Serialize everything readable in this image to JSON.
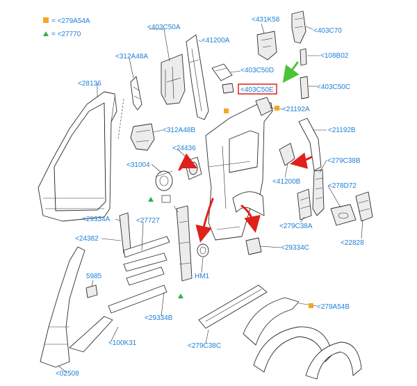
{
  "legend": {
    "items": [
      {
        "symbol": "orange-square",
        "text": "= <279A54A"
      },
      {
        "symbol": "green-triangle",
        "text": "= <27770"
      }
    ]
  },
  "labels": {
    "l403C50A": "<403C50A",
    "l41200A": "<41200A",
    "l431K58": "<431K58",
    "l403C70": "<403C70",
    "l108B02": "<108B02",
    "l312A48A": "<312A48A",
    "l403C50D": "<403C50D",
    "l403C50E": "<403C50E",
    "l403C50C": "<403C50C",
    "l28136": "<28136",
    "l21192A": "<21192A",
    "l21192B": "<21192B",
    "l312A48B": "<312A48B",
    "l24436": "<24436",
    "l31004": "<31004",
    "l279C38B": "<279C38B",
    "l41200B": "<41200B",
    "l278D72": "<278D72",
    "l279C38A": "<279C38A",
    "l22828": "<22828",
    "l29334A": "<29334A",
    "l27727": "<27727",
    "l24382": "<24382",
    "l29334C": "<29334C",
    "lHM1": "HM1",
    "l5985": "5985",
    "l279A54B": "<279A54B",
    "l29334B": "<29334B",
    "l100K31": "<100K31",
    "l279C38C": "<279C38C",
    "l02508": "<02508"
  },
  "colors": {
    "label_blue": "#1c7fd6",
    "marker_orange": "#f5a623",
    "marker_green": "#2bb24c",
    "arrow_red": "#e0201b",
    "arrow_green": "#4cc43a",
    "highlight_box": "#e0201b"
  }
}
